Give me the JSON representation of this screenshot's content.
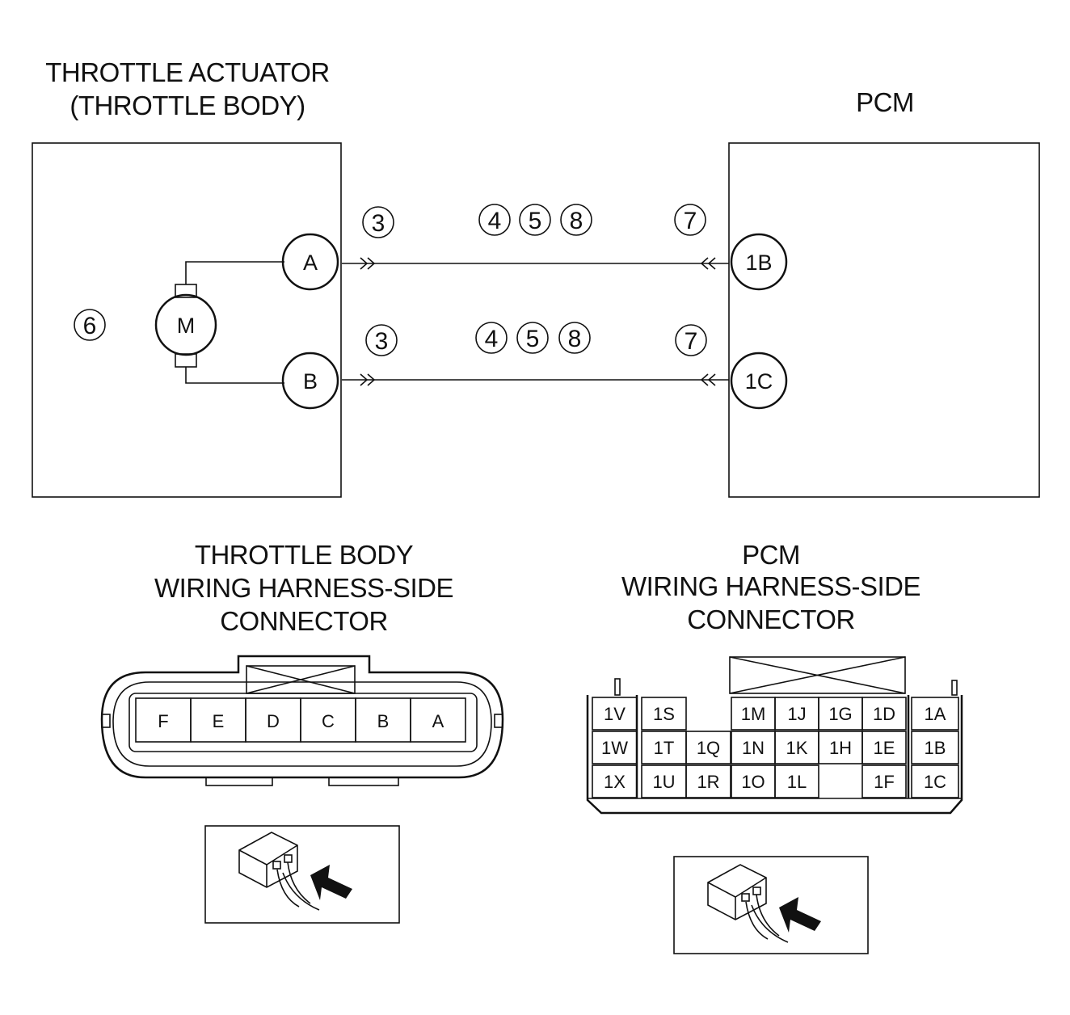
{
  "actuator": {
    "title_line1": "THROTTLE ACTUATOR",
    "title_line2": "(THROTTLE BODY)",
    "motor_label": "M",
    "terminals": [
      "A",
      "B"
    ],
    "callout": "6"
  },
  "pcm": {
    "title": "PCM",
    "terminals": [
      "1B",
      "1C"
    ]
  },
  "wires": [
    {
      "near_actuator": "3",
      "middle": [
        "4",
        "5",
        "8"
      ],
      "near_pcm": "7"
    },
    {
      "near_actuator": "3",
      "middle": [
        "4",
        "5",
        "8"
      ],
      "near_pcm": "7"
    }
  ],
  "tb_connector": {
    "title_line1": "THROTTLE BODY",
    "title_line2": "WIRING HARNESS-SIDE",
    "title_line3": "CONNECTOR",
    "pins": [
      "F",
      "E",
      "D",
      "C",
      "B",
      "A"
    ]
  },
  "pcm_connector": {
    "title_line1": "PCM",
    "title_line2": "WIRING HARNESS-SIDE",
    "title_line3": "CONNECTOR",
    "left_block": [
      [
        "1V",
        "1S"
      ],
      [
        "1W",
        "1T",
        "1Q"
      ],
      [
        "1X",
        "1U",
        "1R"
      ]
    ],
    "middle_block": [
      [
        "1M",
        "1J",
        "1G",
        "1D"
      ],
      [
        "1N",
        "1K",
        "1H",
        "1E"
      ],
      [
        "1O",
        "1L",
        "",
        "1F"
      ]
    ],
    "right_block": [
      "1A",
      "1B",
      "1C"
    ]
  }
}
